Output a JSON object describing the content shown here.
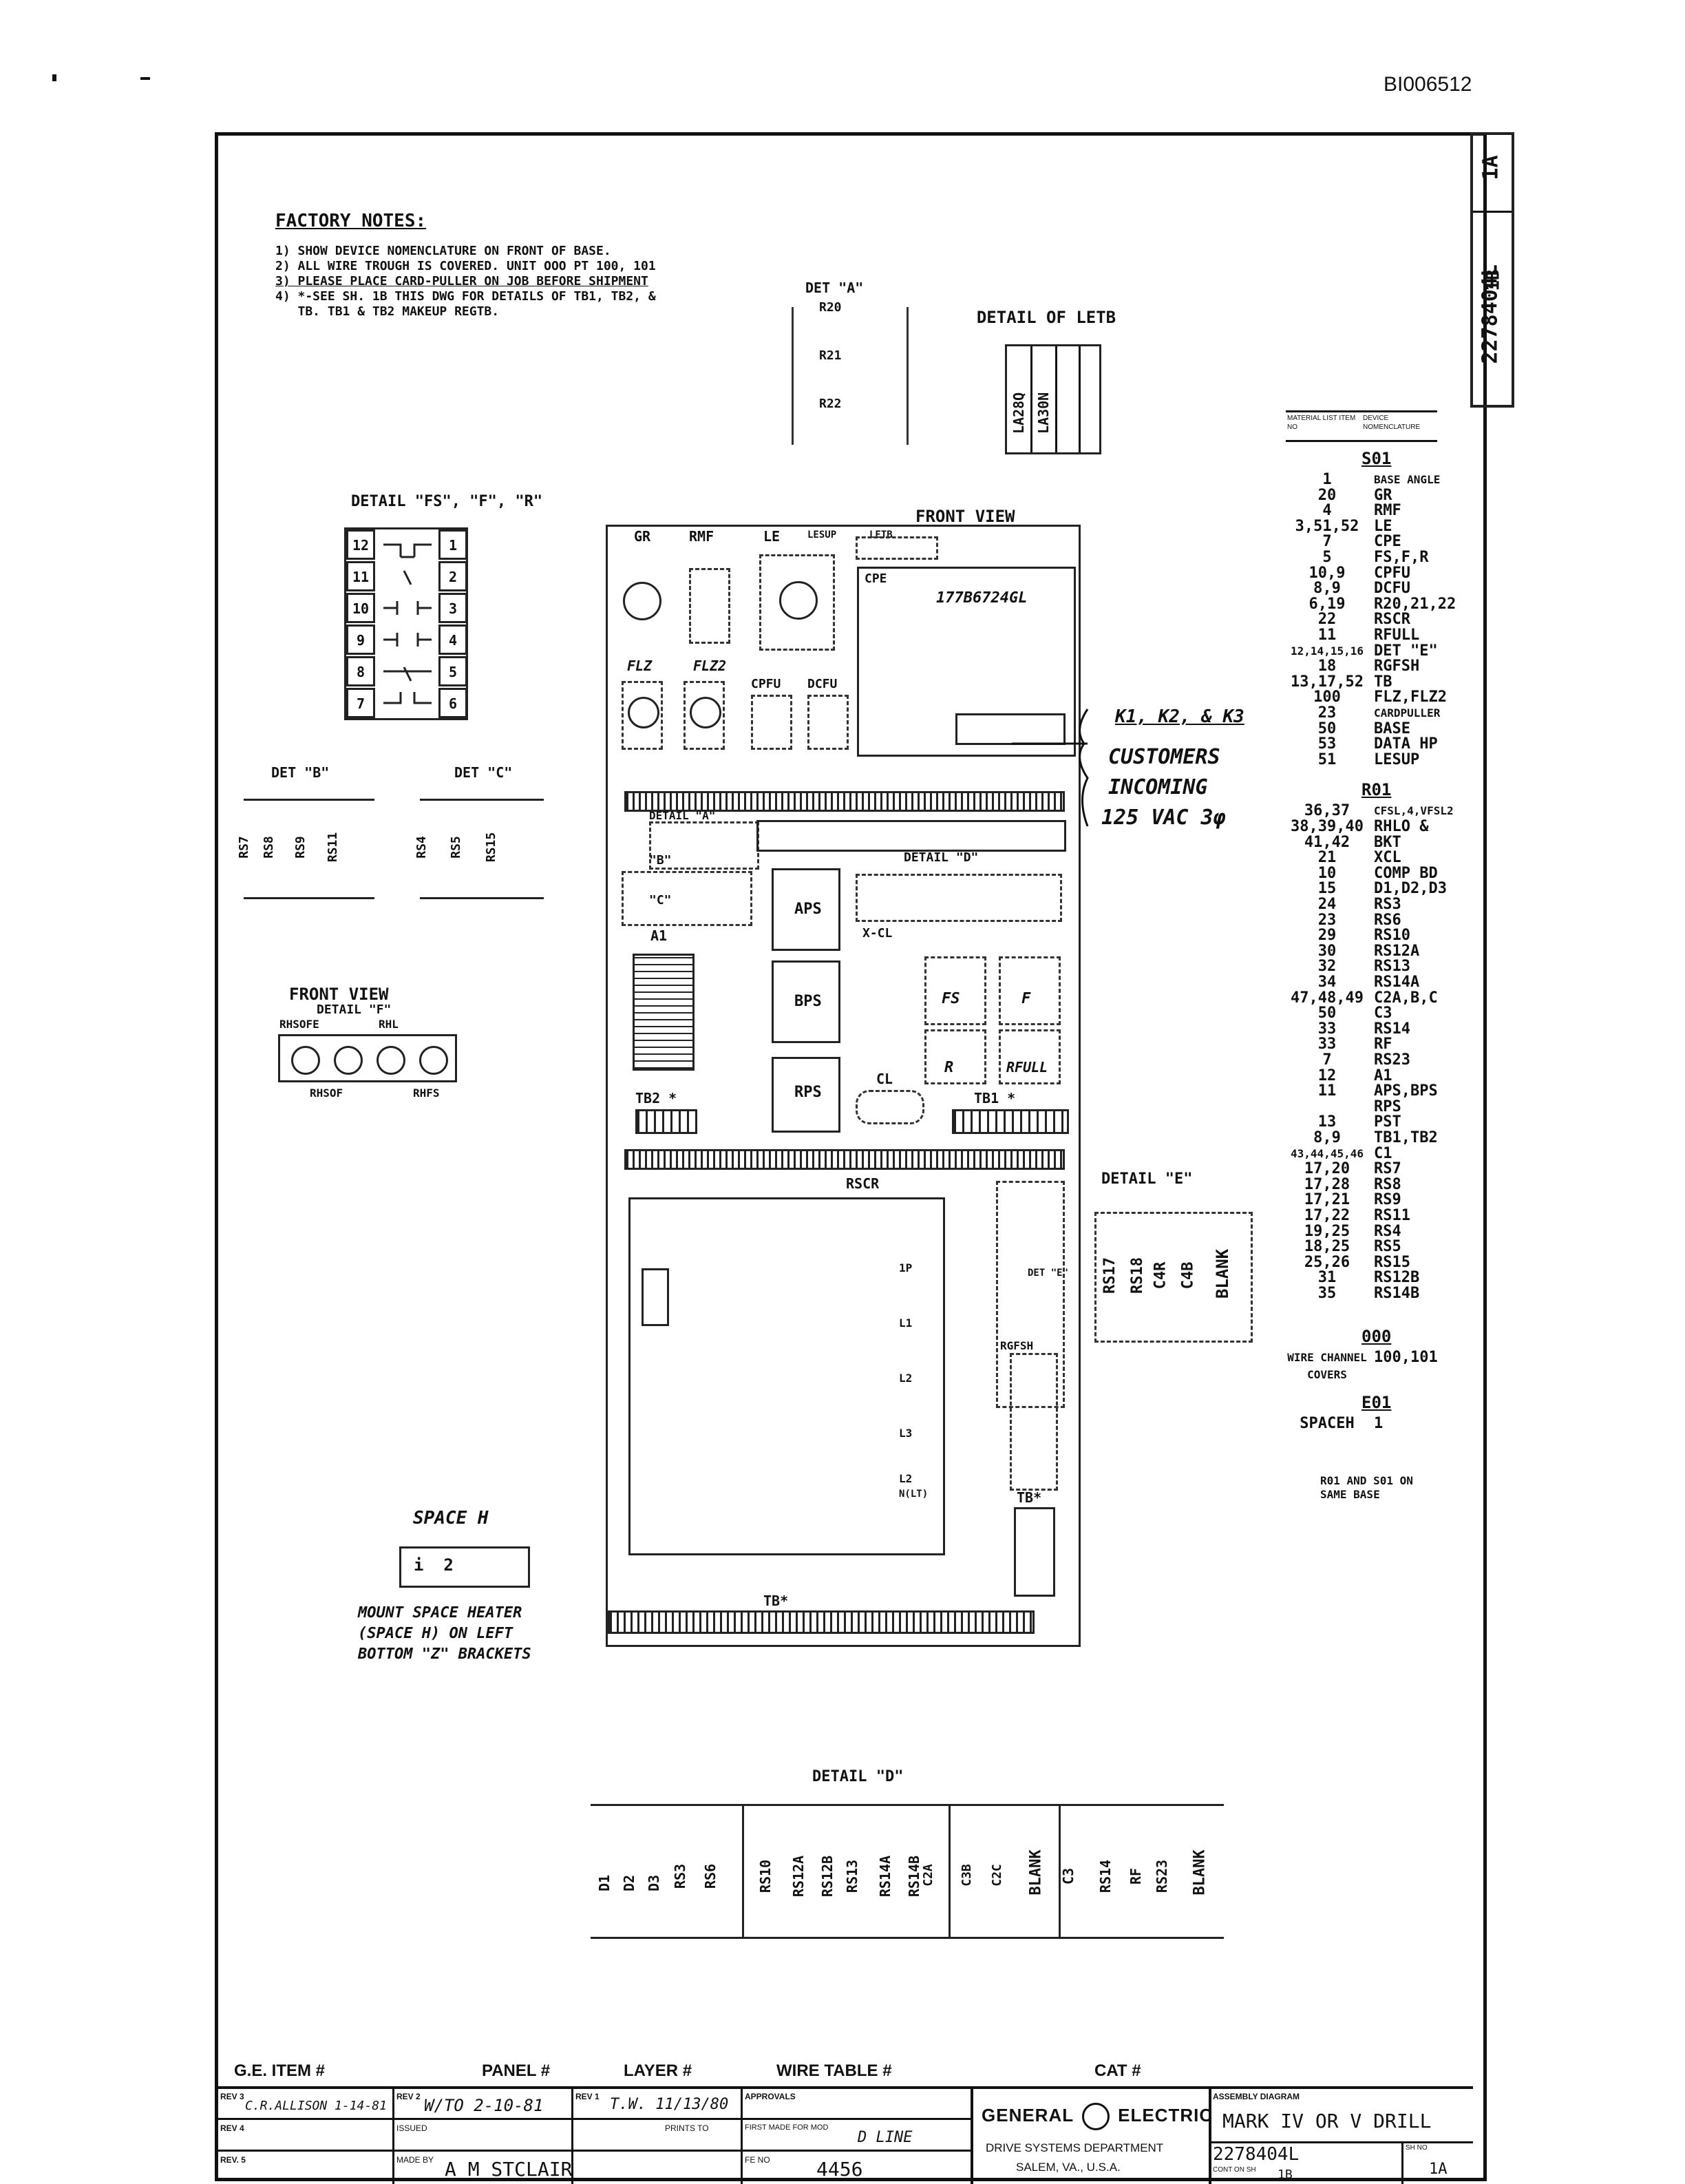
{
  "document_id": "BI006512",
  "corner_block": {
    "sheet": "1A",
    "drawing_no": "2278404L",
    "sheet_label": "1B"
  },
  "factory_notes": {
    "title": "FACTORY NOTES:",
    "lines": [
      "1) SHOW DEVICE NOMENCLATURE ON FRONT OF BASE.",
      "2) ALL WIRE TROUGH IS COVERED. UNIT OOO PT 100, 101",
      "3) PLEASE PLACE CARD-PULLER ON JOB BEFORE SHIPMENT",
      "4) *-SEE SH. 1B THIS DWG FOR DETAILS OF TB1, TB2, &",
      "   TB. TB1 & TB2 MAKEUP REGTB."
    ]
  },
  "det_a": {
    "title": "DET \"A\"",
    "labels": [
      "R20",
      "R21",
      "R22"
    ]
  },
  "detail_letb": {
    "title": "DETAIL OF LETB",
    "labels": [
      "LA28Q",
      "LA30N"
    ]
  },
  "detail_fs": {
    "title": "DETAIL \"FS\", \"F\", \"R\"",
    "left": [
      "12",
      "11",
      "10",
      "9",
      "8",
      "7"
    ],
    "right": [
      "1",
      "2",
      "3",
      "4",
      "5",
      "6"
    ]
  },
  "det_b": {
    "title": "DET \"B\"",
    "labels": [
      "RS7",
      "RS8",
      "RS9",
      "RS11"
    ]
  },
  "det_c": {
    "title": "DET \"C\"",
    "labels": [
      "RS4",
      "RS5",
      "RS15"
    ]
  },
  "front_view_f": {
    "title": "FRONT VIEW",
    "subtitle": "DETAIL \"F\"",
    "top": [
      "RHSOFE",
      "RHL"
    ],
    "bottom": [
      "RHSOF",
      "RHFS"
    ]
  },
  "space_h": {
    "title": "SPACE H",
    "note": [
      "MOUNT SPACE HEATER",
      "(SPACE H) ON LEFT",
      "BOTTOM \"Z\" BRACKETS"
    ]
  },
  "front_view": {
    "title": "FRONT VIEW",
    "top_labels": [
      "GR",
      "RMF",
      "LE",
      "LESUP",
      "LETB"
    ],
    "cpe_label": "CPE",
    "cpe_number": "177B6724GL",
    "flz": [
      "FLZ",
      "FLZ2"
    ],
    "cpfu": [
      "CPFU",
      "DCFU"
    ],
    "detail_a": "DETAIL \"A\"",
    "detail_d": "DETAIL \"D\"",
    "b_label": "\"B\"",
    "c_label": "\"C\"",
    "a1": "A1",
    "xcl": "X-CL",
    "aps": "APS",
    "bps": "BPS",
    "rps": "RPS",
    "fs": "FS",
    "f": "F",
    "r": "R",
    "rfull": "RFULL",
    "tb2": "TB2 *",
    "tb1": "TB1 *",
    "cl": "CL",
    "rscr": "RSCR",
    "det_e": "DET \"E\"",
    "rgfsh": "RGFSH",
    "tbstar": "TB*",
    "tb_bottom": "TB*",
    "right_ticks": [
      "1P",
      "L1",
      "L2",
      "L3",
      "L2",
      "N(LT)"
    ]
  },
  "callout": {
    "heading": "K1, K2, & K3",
    "lines": [
      "CUSTOMERS",
      "INCOMING",
      "125 VAC 3φ"
    ]
  },
  "detail_e": {
    "title": "DETAIL \"E\"",
    "labels": [
      "RS17",
      "RS18",
      "C4R",
      "C4B",
      "BLANK"
    ]
  },
  "detail_d": {
    "title": "DETAIL \"D\"",
    "labels": [
      "D1",
      "D2",
      "D3",
      "RS3",
      "RS6",
      "RS10",
      "RS12A",
      "RS12B",
      "RS13",
      "RS14A",
      "RS14B",
      "C2A",
      "C3B",
      "C2C",
      "BLANK",
      "C3",
      "RS14",
      "RF",
      "RS23",
      "BLANK"
    ]
  },
  "material_list": {
    "header_left": "MATERIAL LIST ITEM NO",
    "header_right": "DEVICE NOMENCLATURE",
    "sections": [
      {
        "code": "S01",
        "rows": [
          [
            "1",
            "BASE ANGLE"
          ],
          [
            "20",
            "GR"
          ],
          [
            "4",
            "RMF"
          ],
          [
            "3,51,52",
            "LE"
          ],
          [
            "7",
            "CPE"
          ],
          [
            "5",
            "FS,F,R"
          ],
          [
            "10,9",
            "CPFU"
          ],
          [
            "8,9",
            "DCFU"
          ],
          [
            "6,19",
            "R20,21,22"
          ],
          [
            "22",
            "RSCR"
          ],
          [
            "11",
            "RFULL"
          ],
          [
            "12,14,15,16",
            "DET \"E\""
          ],
          [
            "18",
            "RGFSH"
          ],
          [
            "13,17,52",
            "TB"
          ],
          [
            "100",
            "FLZ,FLZ2"
          ],
          [
            "23",
            "CARDPULLER"
          ],
          [
            "50",
            "BASE"
          ],
          [
            "53",
            "DATA HP"
          ],
          [
            "51",
            "LESUP"
          ]
        ]
      },
      {
        "code": "R01",
        "rows": [
          [
            "36,37",
            "CFSL,4,VFSL2"
          ],
          [
            "38,39,40",
            "RHLO &"
          ],
          [
            "41,42",
            "BKT"
          ],
          [
            "21",
            "XCL"
          ],
          [
            "10",
            "COMP BD"
          ],
          [
            "15",
            "D1,D2,D3"
          ],
          [
            "24",
            "RS3"
          ],
          [
            "23",
            "RS6"
          ],
          [
            "29",
            "RS10"
          ],
          [
            "30",
            "RS12A"
          ],
          [
            "32",
            "RS13"
          ],
          [
            "34",
            "RS14A"
          ],
          [
            "47,48,49",
            "C2A,B,C"
          ],
          [
            "50",
            "C3"
          ],
          [
            "33",
            "RS14"
          ],
          [
            "33",
            "RF"
          ],
          [
            "7",
            "RS23"
          ],
          [
            "12",
            "A1"
          ],
          [
            "11",
            "APS,BPS"
          ],
          [
            "",
            "RPS"
          ],
          [
            "13",
            "PST"
          ],
          [
            "8,9",
            "TB1,TB2"
          ],
          [
            "43,44,45,46",
            "C1"
          ],
          [
            "17,20",
            "RS7"
          ],
          [
            "17,28",
            "RS8"
          ],
          [
            "17,21",
            "RS9"
          ],
          [
            "17,22",
            "RS11"
          ],
          [
            "19,25",
            "RS4"
          ],
          [
            "18,25",
            "RS5"
          ],
          [
            "25,26",
            "RS15"
          ],
          [
            "31",
            "RS12B"
          ],
          [
            "35",
            "RS14B"
          ]
        ]
      },
      {
        "code": "000",
        "rows": [
          [
            "WIRE CHANNEL COVERS",
            "100,101"
          ]
        ]
      },
      {
        "code": "E01",
        "rows": [
          [
            "SPACEH",
            "1"
          ]
        ]
      }
    ],
    "footnote": "R01 AND S01 ON SAME BASE"
  },
  "title_block": {
    "labels": [
      "G.E. ITEM #",
      "PANEL #",
      "LAYER #",
      "WIRE TABLE #",
      "CAT #"
    ],
    "rev3": "REV 3",
    "rev3_val": "C.R.ALLISON 1-14-81",
    "rev2": "REV 2",
    "rev2_val": "W/TO 2-10-81",
    "rev1": "REV 1",
    "rev1_val": "T.W. 11/13/80",
    "approvals": "APPROVALS",
    "rev4": "REV 4",
    "issued": "ISSUED",
    "prints_to": "PRINTS TO",
    "first_made_for": "FIRST MADE FOR MOD",
    "first_made_val": "D LINE",
    "rev5": "REV. 5",
    "made_by": "MADE BY",
    "made_by_val": "A M STCLAIR",
    "fe_no": "FE NO",
    "fe_no_val": "4456",
    "company": "GENERAL",
    "company2": "ELECTRIC",
    "dept": "DRIVE SYSTEMS DEPARTMENT",
    "city": "SALEM, VA., U.S.A.",
    "assembly_label": "ASSEMBLY DIAGRAM",
    "assembly_title": "MARK IV OR V DRILL",
    "dwg_no": "2278404L",
    "cont_on": "CONT ON SH",
    "cont_val": "1B",
    "sh_no": "SH NO",
    "sh_val": "1A"
  },
  "colors": {
    "ink": "#111111",
    "paper": "#ffffff"
  }
}
